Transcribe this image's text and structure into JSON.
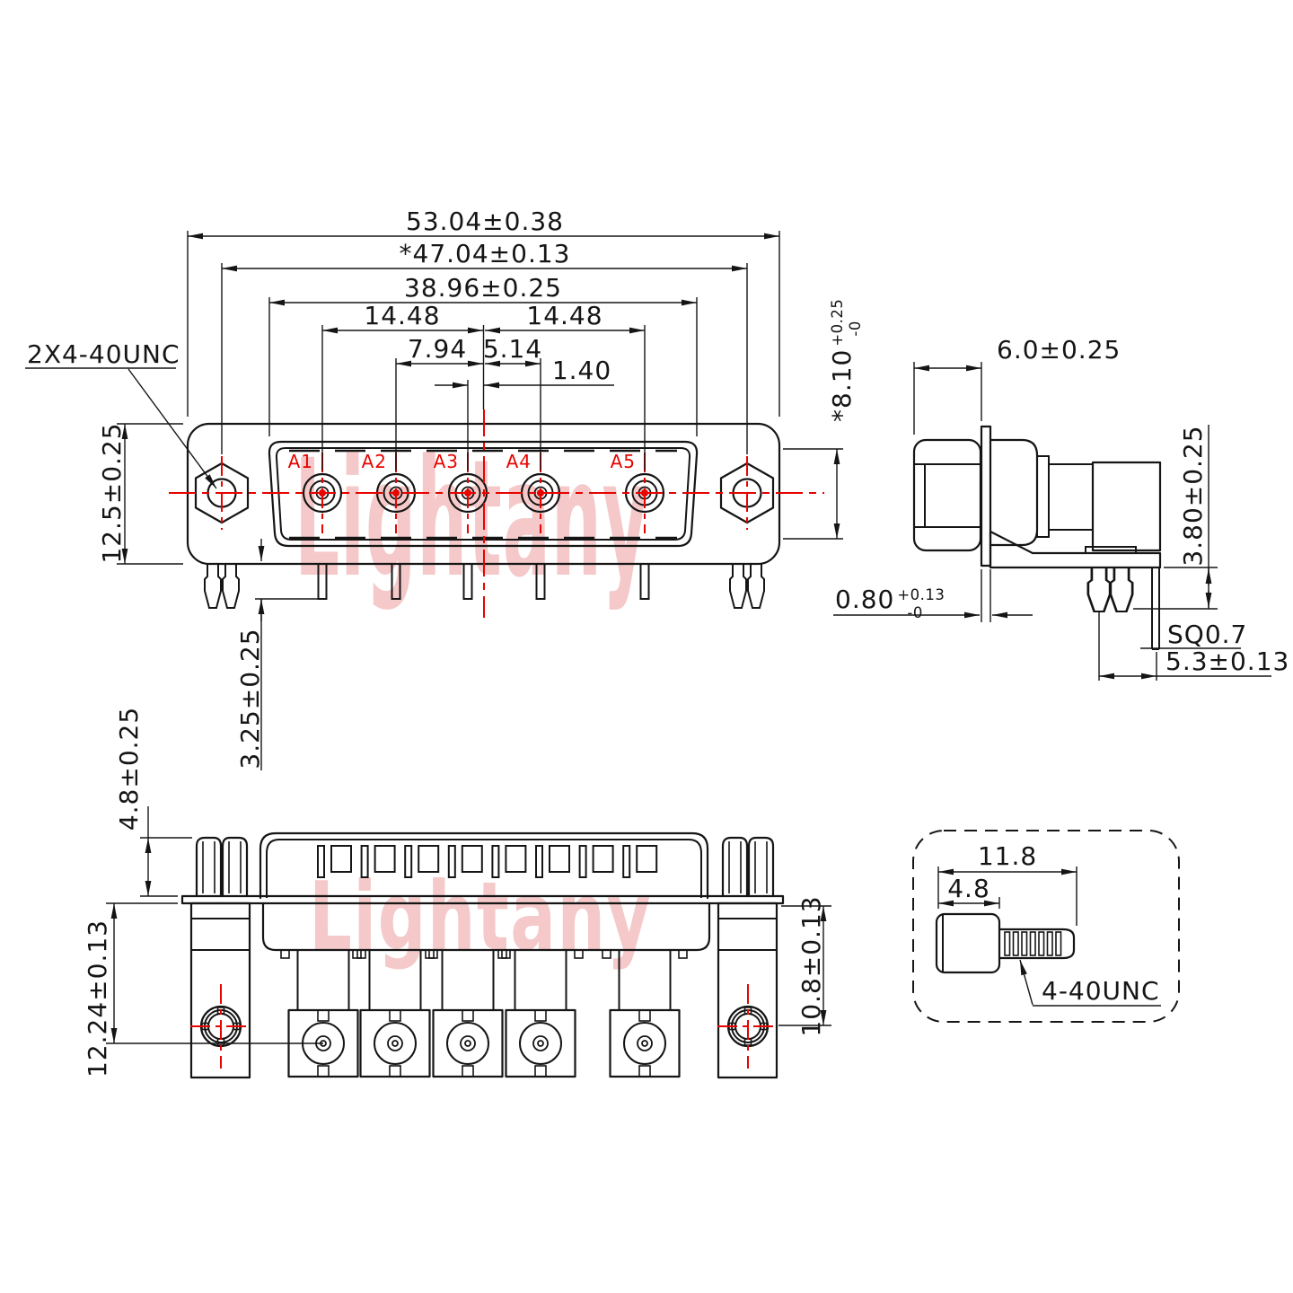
{
  "colors": {
    "line": "#151515",
    "accent_red": "#e60400",
    "watermark_pink": "#f5c9c9"
  },
  "watermark": {
    "text": "Lightany"
  },
  "front_view": {
    "contact_labels": [
      "A1",
      "A2",
      "A3",
      "A4",
      "A5"
    ],
    "thread_callout": "2X4-40UNC",
    "dims": {
      "overall_width": "53.04±0.38",
      "mounting_hole_spacing": "*47.04±0.13",
      "shell_width": "38.96±0.25",
      "pitch_left": "14.48",
      "pitch_right": "14.48",
      "pitch_a2_to_center": "7.94",
      "pitch_center_to_a4": "5.14",
      "pitch_a3_to_center": "1.40",
      "body_height": "12.5±0.25",
      "shell_height": "*8.10",
      "shell_height_tol_upper": "+0.25",
      "shell_height_tol_lower": "-0",
      "pin_protrusion": "3.25±0.25"
    }
  },
  "side_view": {
    "dims": {
      "front_depth": "6.0±0.25",
      "flange_thickness": "0.80",
      "flange_tol_upper": "+0.13",
      "flange_tol_lower": "-0",
      "pin_length": "3.80±0.25",
      "pin_cross_section": "SQ0.7",
      "pin_row_offset": "5.3±0.13"
    }
  },
  "rear_view": {
    "dims": {
      "nut_height": "4.8±0.25",
      "bracket_depth": "12.24±0.13",
      "contact_row_depth": "10.8±0.13"
    }
  },
  "screw_detail": {
    "thread_label": "4-40UNC",
    "dims": {
      "overall_length": "11.8",
      "head_length": "4.8"
    }
  }
}
